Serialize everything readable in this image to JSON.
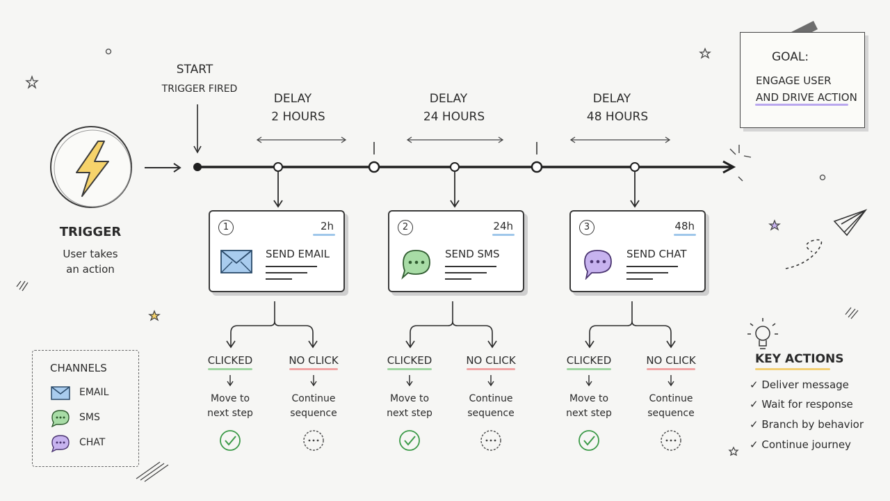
{
  "trigger": {
    "title": "TRIGGER",
    "description_line1": "User takes",
    "description_line2": "an action"
  },
  "start": {
    "label": "START",
    "sublabel": "TRIGGER FIRED"
  },
  "delays": [
    {
      "title": "DELAY",
      "duration": "2 HOURS"
    },
    {
      "title": "DELAY",
      "duration": "24 HOURS"
    },
    {
      "title": "DELAY",
      "duration": "48 HOURS"
    }
  ],
  "steps": [
    {
      "number": "1",
      "time": "2h",
      "title": "SEND EMAIL",
      "icon": "envelope-icon",
      "clicked": {
        "label": "CLICKED",
        "line1": "Move to",
        "line2": "next step"
      },
      "no_click": {
        "label": "NO CLICK",
        "line1": "Continue",
        "line2": "sequence"
      }
    },
    {
      "number": "2",
      "time": "24h",
      "title": "SEND SMS",
      "icon": "sms-bubble-icon",
      "clicked": {
        "label": "CLICKED",
        "line1": "Move to",
        "line2": "next step"
      },
      "no_click": {
        "label": "NO CLICK",
        "line1": "Continue",
        "line2": "sequence"
      }
    },
    {
      "number": "3",
      "time": "48h",
      "title": "SEND CHAT",
      "icon": "chat-bubble-icon",
      "clicked": {
        "label": "CLICKED",
        "line1": "Move to",
        "line2": "next step"
      },
      "no_click": {
        "label": "NO CLICK",
        "line1": "Continue",
        "line2": "sequence"
      }
    }
  ],
  "channels": {
    "title": "CHANNELS",
    "items": [
      {
        "label": "EMAIL",
        "icon": "envelope-icon",
        "color": "#a9ccee"
      },
      {
        "label": "SMS",
        "icon": "sms-bubble-icon",
        "color": "#a8dca6"
      },
      {
        "label": "CHAT",
        "icon": "chat-bubble-icon",
        "color": "#c7b3ef"
      }
    ]
  },
  "goal": {
    "title": "GOAL:",
    "line1": "ENGAGE USER",
    "line2": "AND DRIVE ACTION"
  },
  "key_actions": {
    "title": "KEY ACTIONS",
    "items": [
      "Deliver message",
      "Wait for response",
      "Branch by behavior",
      "Continue journey"
    ]
  },
  "colors": {
    "ink": "#2a2a2a",
    "trigger_yellow": "#f6d36b",
    "email_blue": "#a9ccee",
    "sms_green": "#a8dca6",
    "chat_purple": "#c7b3ef",
    "clicked_green": "#9fd5a1",
    "noclick_red": "#f0a4a4",
    "goal_purple": "#b9a7ee",
    "key_actions_yellow": "#f2cf73"
  }
}
